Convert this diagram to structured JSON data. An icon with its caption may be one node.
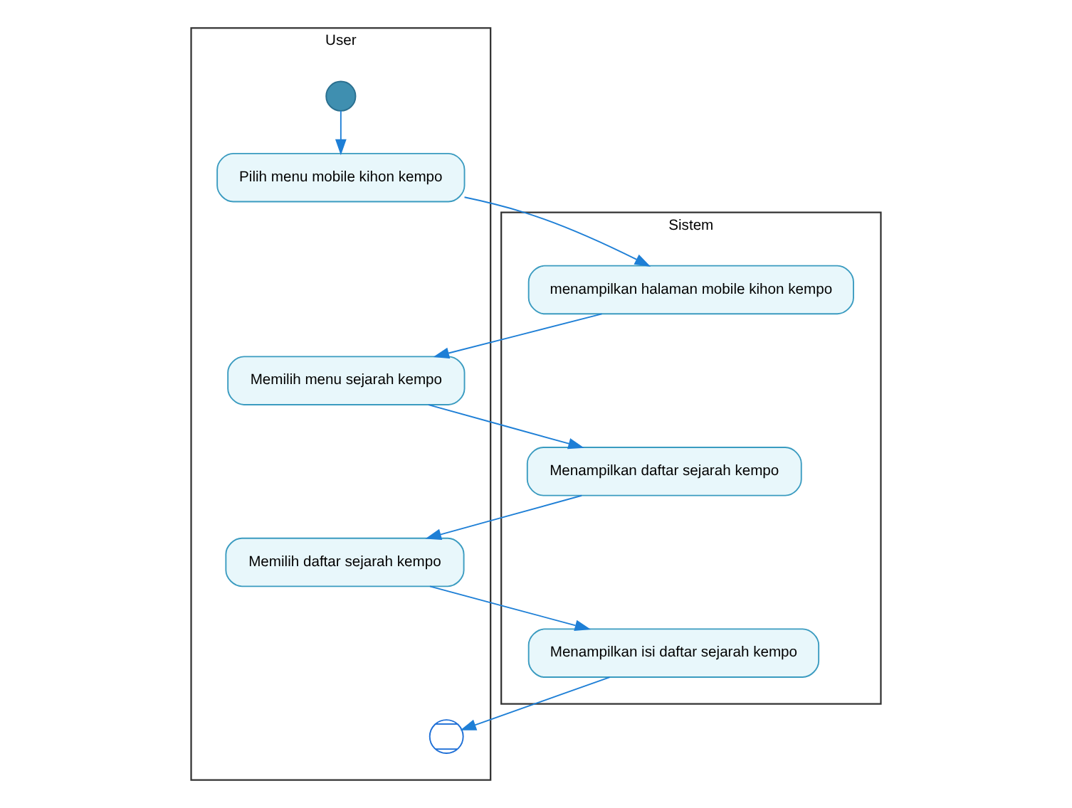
{
  "diagram": {
    "nodes": [
      {
        "text": [
          "User"
        ]
      },
      {
        "text": [
          "Sistem"
        ]
      },
      {
        "text": [],
        "shape": "circle",
        "in": 0
      },
      {
        "text": [
          "Pilih menu mobile kihon kempo"
        ],
        "in": 0
      },
      {
        "text": [
          "menampilkan halaman mobile kihon kempo"
        ],
        "in": 1
      },
      {
        "text": [
          "Memilih menu sejarah kempo"
        ],
        "in": 0
      },
      {
        "text": [
          "Menampilkan daftar sejarah kempo"
        ],
        "in": 1
      },
      {
        "text": [
          "Memilih daftar sejarah kempo"
        ],
        "in": 0
      },
      {
        "text": [
          "Menampilkan isi daftar sejarah kempo"
        ],
        "in": 1
      },
      {
        "text": [],
        "shape": "circle",
        "in": 0
      }
    ],
    "edges": [
      {
        "from": 2,
        "to": 3,
        "arrow": "to"
      },
      {
        "from": 3,
        "to": 4,
        "arrow": "to"
      },
      {
        "from": 4,
        "to": 5,
        "arrow": "to"
      },
      {
        "from": 5,
        "to": 6,
        "arrow": "to"
      },
      {
        "from": 6,
        "to": 7,
        "arrow": "to"
      },
      {
        "from": 7,
        "to": 8,
        "arrow": "to"
      },
      {
        "from": 8,
        "to": 9,
        "arrow": "to"
      }
    ]
  }
}
